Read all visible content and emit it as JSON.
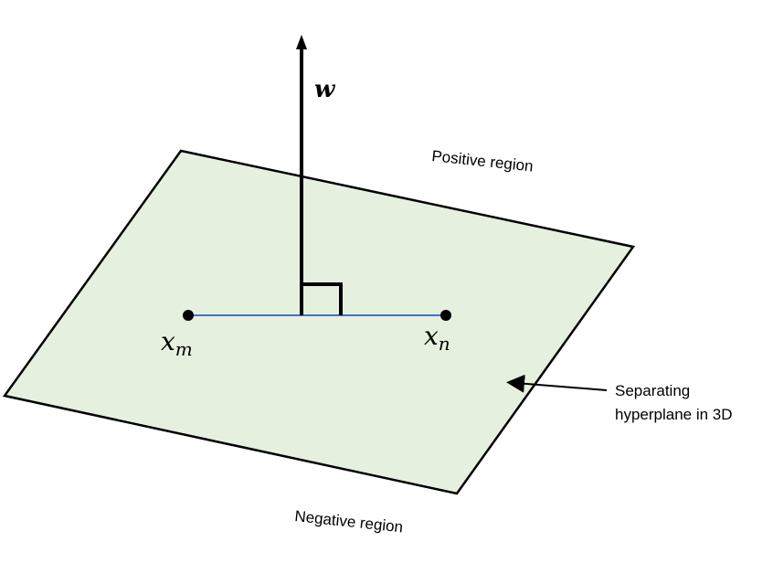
{
  "vector_label": "w",
  "point_m": {
    "base": "x",
    "sub": "m"
  },
  "point_n": {
    "base": "x",
    "sub": "n"
  },
  "positive_label": "Positive region",
  "negative_label": "Negative region",
  "plane_label_line1": "Separating",
  "plane_label_line2": "hyperplane in 3D",
  "colors": {
    "plane_fill": "#e6f0de",
    "segment": "#4472c4",
    "ink": "#000000"
  }
}
